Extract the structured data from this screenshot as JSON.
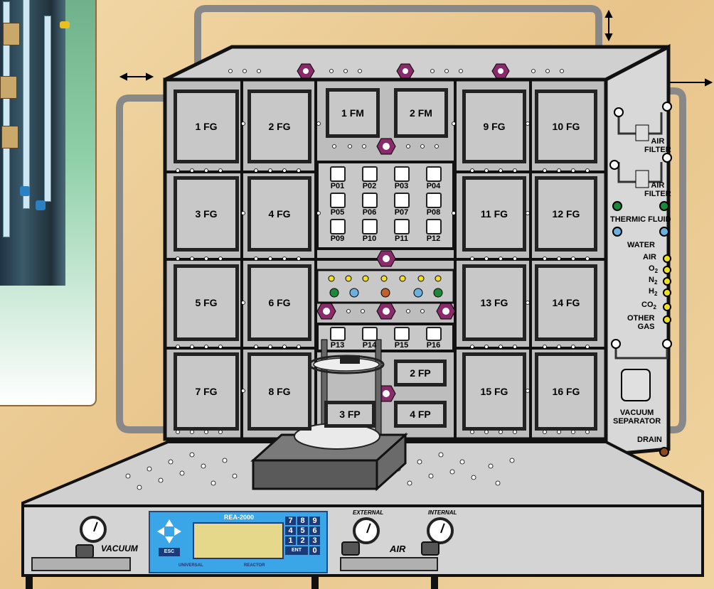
{
  "fg_cells": [
    "1 FG",
    "2 FG",
    "9 FG",
    "10 FG",
    "3 FG",
    "4 FG",
    "11 FG",
    "12 FG",
    "5 FG",
    "6 FG",
    "13 FG",
    "14 FG",
    "7 FG",
    "8 FG",
    "15 FG",
    "16 FG"
  ],
  "fm_cells": [
    "1 FM",
    "2 FM"
  ],
  "fp_cells": [
    "2 FP",
    "3 FP",
    "4 FP"
  ],
  "ports_top": [
    "P01",
    "P02",
    "P03",
    "P04",
    "P05",
    "P06",
    "P07",
    "P08",
    "P09",
    "P10",
    "P11",
    "P12"
  ],
  "ports_bottom": [
    "P13",
    "P14",
    "P15",
    "P16"
  ],
  "side": {
    "air_filter_1": "AIR\nFILTER",
    "air_filter_2": "AIR\nFILTER",
    "thermic_fluid": "THERMIC FLUID",
    "water": "WATER",
    "air": "AIR",
    "o2": "O",
    "n2": "N",
    "h2": "H",
    "co2": "CO",
    "other_gas": "OTHER\nGAS",
    "vacuum_separator": "VACUUM\nSEPARATOR",
    "drain": "DRAIN",
    "sub2": "2"
  },
  "front": {
    "vacuum": "VACUUM",
    "air": "AIR",
    "external": "EXTERNAL",
    "internal": "INTERNAL",
    "brand": "REA-2000",
    "universal": "UNIVERSAL",
    "reactor": "REACTOR",
    "esc": "ESC",
    "keys": [
      "7",
      "8",
      "9",
      "4",
      "5",
      "6",
      "1",
      "2",
      "3",
      "0"
    ],
    "enter": "ENT"
  },
  "colors": {
    "thermic": "#1a8a3a",
    "water": "#6ab0e0",
    "gas": "#f0e020",
    "drain": "#8a4a20",
    "valve": "#8a2a6a"
  }
}
